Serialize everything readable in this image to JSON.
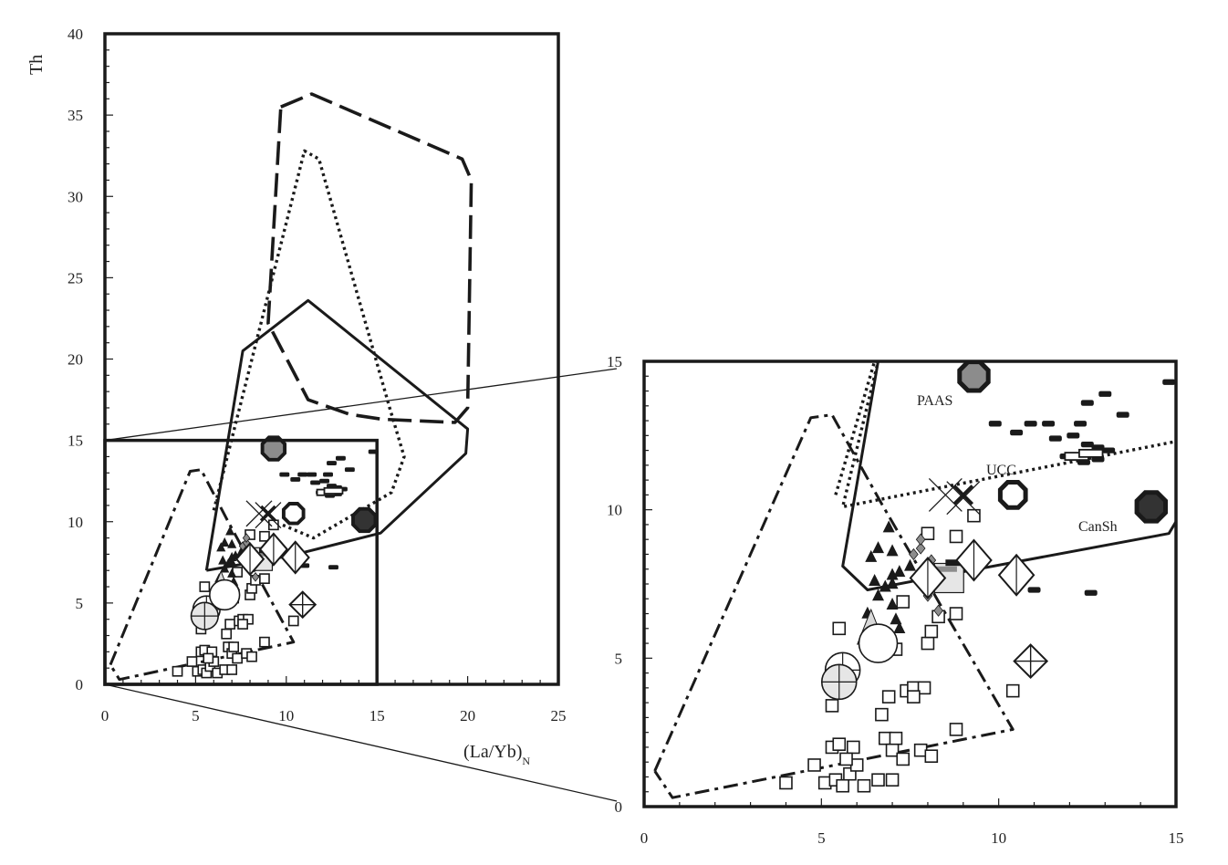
{
  "chart_data": [
    {
      "type": "scatter",
      "panel": "main",
      "xlabel": "(La/Yb)",
      "xlabel_sub": "N",
      "ylabel": "Th",
      "xlim": [
        0,
        25
      ],
      "ylim": [
        0,
        40
      ],
      "x_ticks": [
        0,
        5,
        10,
        15,
        20,
        25
      ],
      "y_ticks": [
        0,
        5,
        10,
        15,
        20,
        25,
        30,
        35,
        40
      ],
      "zoom_box": [
        [
          0,
          0
        ],
        [
          15,
          15
        ]
      ]
    },
    {
      "type": "scatter",
      "panel": "inset",
      "xlim": [
        0,
        15
      ],
      "ylim": [
        0,
        15
      ],
      "x_ticks": [
        0,
        5,
        10,
        15
      ],
      "y_ticks": [
        0,
        5,
        10,
        15
      ],
      "reference_labels": [
        "PAAS",
        "UCC",
        "CanSh"
      ]
    }
  ],
  "fields": {
    "dashed": [
      [
        9.7,
        35.5
      ],
      [
        11.4,
        36.3
      ],
      [
        19.7,
        32.3
      ],
      [
        20.2,
        31.0
      ],
      [
        20.0,
        17.0
      ],
      [
        19.3,
        16.1
      ],
      [
        15.3,
        16.3
      ],
      [
        13.5,
        16.6
      ],
      [
        11.2,
        17.5
      ],
      [
        9.0,
        22.2
      ],
      [
        9.7,
        35.5
      ]
    ],
    "dotted_upper": [
      [
        6.0,
        10.7
      ],
      [
        11.0,
        32.8
      ],
      [
        11.8,
        32.3
      ],
      [
        15.7,
        17.0
      ],
      [
        16.5,
        14.0
      ],
      [
        15.8,
        11.8
      ],
      [
        11.5,
        9.0
      ],
      [
        9.8,
        9.8
      ]
    ],
    "dotted_inset": [
      [
        5.4,
        10.5
      ],
      [
        6.5,
        15.0
      ],
      [
        6.6,
        15.0
      ],
      [
        5.6,
        10.1
      ],
      [
        15,
        12.3
      ]
    ],
    "solid": [
      [
        5.6,
        7.0
      ],
      [
        7.6,
        20.5
      ],
      [
        11.2,
        23.6
      ],
      [
        20.0,
        15.7
      ],
      [
        19.9,
        14.2
      ],
      [
        15.2,
        9.3
      ],
      [
        10.2,
        7.9
      ],
      [
        5.6,
        7.0
      ]
    ],
    "solid_inset": [
      [
        6.6,
        15.0
      ],
      [
        5.6,
        8.1
      ],
      [
        6.3,
        7.3
      ],
      [
        8.5,
        7.8
      ],
      [
        14.8,
        9.2
      ],
      [
        15,
        9.6
      ]
    ],
    "dash_dot": [
      [
        0.3,
        1.2
      ],
      [
        4.7,
        13.1
      ],
      [
        5.3,
        13.2
      ],
      [
        6.7,
        10.2
      ],
      [
        10.4,
        2.6
      ],
      [
        0.8,
        0.3
      ],
      [
        0.3,
        1.2
      ]
    ]
  },
  "series": [
    {
      "marker": "open-square",
      "points": [
        [
          4.0,
          0.8
        ],
        [
          4.8,
          1.4
        ],
        [
          5.1,
          0.8
        ],
        [
          5.4,
          0.9
        ],
        [
          5.6,
          0.7
        ],
        [
          5.8,
          1.1
        ],
        [
          6.0,
          1.4
        ],
        [
          6.2,
          0.7
        ],
        [
          6.6,
          0.9
        ],
        [
          7.0,
          0.9
        ],
        [
          5.3,
          2.0
        ],
        [
          5.5,
          2.1
        ],
        [
          5.9,
          2.0
        ],
        [
          5.7,
          1.6
        ],
        [
          6.8,
          2.3
        ],
        [
          7.0,
          1.9
        ],
        [
          7.1,
          2.3
        ],
        [
          7.3,
          1.6
        ],
        [
          7.8,
          1.9
        ],
        [
          8.1,
          1.7
        ],
        [
          8.8,
          2.6
        ],
        [
          6.7,
          3.1
        ],
        [
          6.9,
          3.7
        ],
        [
          7.4,
          3.9
        ],
        [
          7.6,
          4.0
        ],
        [
          7.9,
          4.0
        ],
        [
          7.6,
          3.7
        ],
        [
          8.0,
          5.5
        ],
        [
          8.1,
          5.9
        ],
        [
          8.3,
          6.4
        ],
        [
          8.8,
          6.5
        ],
        [
          5.3,
          3.4
        ],
        [
          5.5,
          6.0
        ],
        [
          7.3,
          6.9
        ],
        [
          8.8,
          9.1
        ],
        [
          9.3,
          9.8
        ],
        [
          8.0,
          9.2
        ],
        [
          7.1,
          5.3
        ],
        [
          10.4,
          3.9
        ]
      ]
    },
    {
      "marker": "filled-triangle",
      "points": [
        [
          6.3,
          6.5
        ],
        [
          6.6,
          7.1
        ],
        [
          6.8,
          7.4
        ],
        [
          7.0,
          7.5
        ],
        [
          7.0,
          6.8
        ],
        [
          6.5,
          7.6
        ],
        [
          6.4,
          8.4
        ],
        [
          6.6,
          8.7
        ],
        [
          7.0,
          8.6
        ],
        [
          6.9,
          9.4
        ],
        [
          7.0,
          7.8
        ],
        [
          7.2,
          7.9
        ],
        [
          7.2,
          6.0
        ],
        [
          7.1,
          6.3
        ],
        [
          7.5,
          8.1
        ]
      ]
    },
    {
      "marker": "grey-diamond",
      "points": [
        [
          7.6,
          8.5
        ],
        [
          7.8,
          8.7
        ],
        [
          8.1,
          8.3
        ],
        [
          8.2,
          8.0
        ],
        [
          7.9,
          7.9
        ],
        [
          8.3,
          6.6
        ],
        [
          8.0,
          7.1
        ],
        [
          7.8,
          9.0
        ]
      ]
    },
    {
      "marker": "filled-dash",
      "points": [
        [
          9.9,
          12.9
        ],
        [
          10.5,
          12.6
        ],
        [
          10.9,
          12.9
        ],
        [
          11.6,
          12.4
        ],
        [
          11.4,
          12.9
        ],
        [
          12.1,
          12.5
        ],
        [
          12.3,
          12.9
        ],
        [
          12.5,
          12.2
        ],
        [
          12.8,
          12.1
        ],
        [
          13.5,
          13.2
        ],
        [
          13.0,
          13.9
        ],
        [
          12.5,
          13.6
        ],
        [
          11.9,
          11.8
        ],
        [
          12.4,
          11.6
        ],
        [
          12.8,
          11.7
        ],
        [
          13.1,
          12.0
        ],
        [
          14.3,
          10.5
        ],
        [
          12.6,
          7.2
        ],
        [
          14.8,
          14.3
        ],
        [
          11.0,
          7.3
        ]
      ]
    },
    {
      "marker": "open-dash",
      "points": [
        [
          12.2,
          11.8
        ],
        [
          12.6,
          11.9
        ]
      ]
    }
  ],
  "symbols": {
    "crossed_circles": [
      [
        5.6,
        4.6
      ],
      [
        5.5,
        4.2
      ]
    ],
    "open_circle": [
      [
        6.6,
        5.5
      ]
    ],
    "grey_triangle": [
      [
        6.4,
        5.9
      ]
    ],
    "open_diamonds": [
      [
        8.0,
        7.7
      ],
      [
        9.3,
        8.3
      ],
      [
        10.5,
        7.8
      ]
    ],
    "crossed_diamond": [
      [
        10.9,
        4.9
      ]
    ],
    "light_square": [
      [
        8.6,
        7.7
      ]
    ],
    "grey_bar": [
      [
        8.0,
        8.0
      ]
    ],
    "black_bar": [
      [
        8.5,
        8.2
      ]
    ],
    "open_xes": [
      [
        8.5,
        10.5
      ],
      [
        9.0,
        10.4
      ]
    ],
    "filled_x": [
      [
        9.0,
        10.5
      ]
    ],
    "paas": [
      9.3,
      14.5
    ],
    "ucc": [
      10.4,
      10.5
    ],
    "cansh": [
      14.3,
      10.1
    ]
  },
  "colors": {
    "ink": "#1a1a1a",
    "grey": "#8c8c8c",
    "light": "#e6e6e6"
  }
}
